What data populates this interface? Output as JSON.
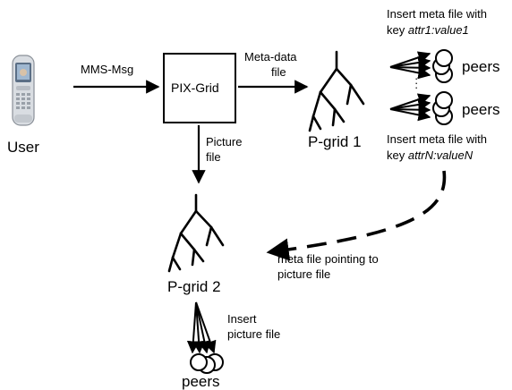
{
  "diagram": {
    "user_label": "User",
    "mms_label": "MMS-Msg",
    "pixgrid_label": "PIX-Grid",
    "meta_label_line1": "Meta-data",
    "meta_label_line2": "file",
    "picture_label_line1": "Picture",
    "picture_label_line2": "file",
    "pgrid1_label": "P-grid 1",
    "pgrid2_label": "P-grid 2",
    "insert_top_line1": "Insert meta file with",
    "insert_top_key_prefix": "key ",
    "insert_top_key": "attr1:value1",
    "insert_bottom_line1": "Insert meta file with",
    "insert_bottom_key_prefix": "key ",
    "insert_bottom_key": "attrN:valueN",
    "dots": "·\n·\n·",
    "peers_label_top": "peers",
    "peers_label_middle": "peers",
    "peers_label_bottom": "peers",
    "pointer_label_line1": "meta file pointing to",
    "pointer_label_line2": "picture file",
    "insert_picture_line1": "Insert",
    "insert_picture_line2": "picture file"
  }
}
